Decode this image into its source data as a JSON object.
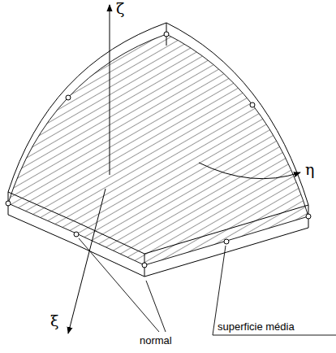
{
  "diagram": {
    "labels": [
      "ζ",
      "η",
      "ξ",
      "normal",
      "superficie média"
    ]
  }
}
